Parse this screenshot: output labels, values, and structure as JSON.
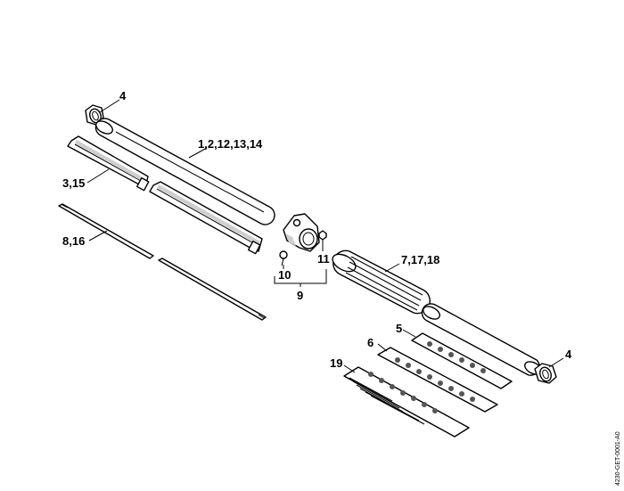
{
  "callouts": {
    "c4a": "4",
    "c1": "1,2,12,13,14",
    "c3": "3,15",
    "c8": "8,16",
    "c10": "10",
    "c11": "11",
    "c9": "9",
    "c7": "7,17,18",
    "c5": "5",
    "c6": "6",
    "c19": "19",
    "c4b": "4"
  },
  "doc_id": "4230-GET-0001-A0",
  "colors": {
    "line": "#000000",
    "background": "#ffffff",
    "shade": "#cfcfcf"
  }
}
